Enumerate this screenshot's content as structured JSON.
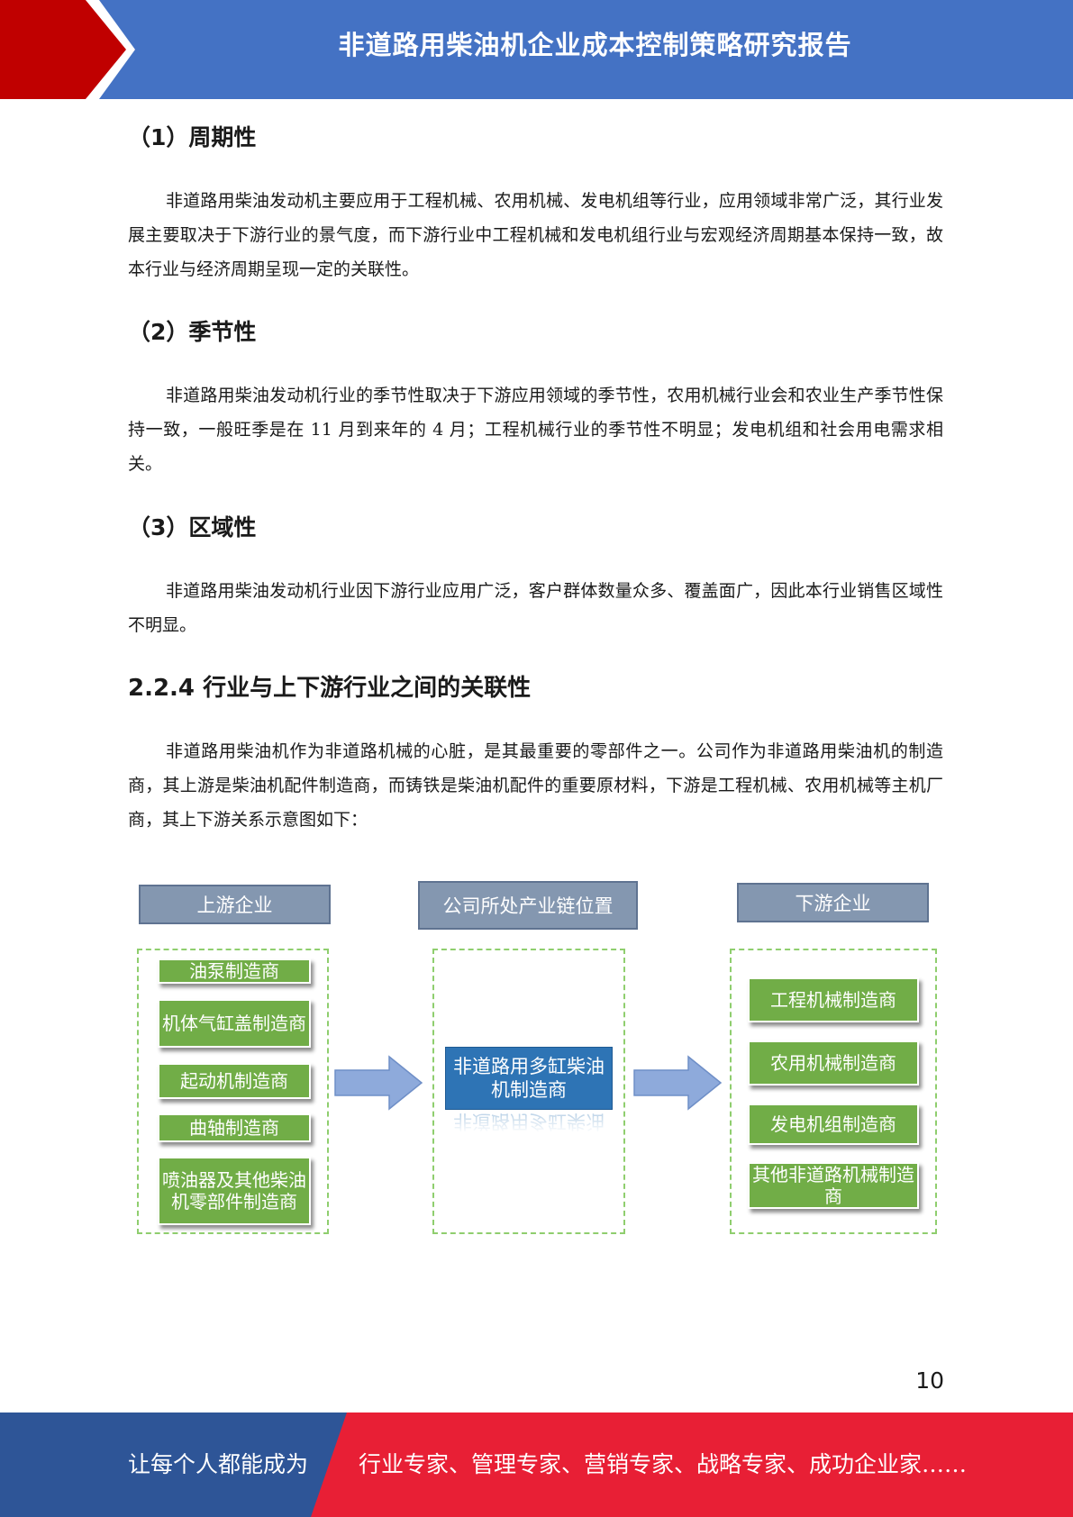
{
  "header": {
    "title": "非道路用柴油机企业成本控制策略研究报告"
  },
  "sections": [
    {
      "heading": "（1）周期性",
      "paragraph": "非道路用柴油发动机主要应用于工程机械、农用机械、发电机组等行业，应用领域非常广泛，其行业发展主要取决于下游行业的景气度，而下游行业中工程机械和发电机组行业与宏观经济周期基本保持一致，故本行业与经济周期呈现一定的关联性。"
    },
    {
      "heading": "（2）季节性",
      "paragraph": "非道路用柴油发动机行业的季节性取决于下游应用领域的季节性，农用机械行业会和农业生产季节性保持一致，一般旺季是在 11 月到来年的 4 月；工程机械行业的季节性不明显；发电机组和社会用电需求相关。"
    },
    {
      "heading": "（3）区域性",
      "paragraph": "非道路用柴油发动机行业因下游行业应用广泛，客户群体数量众多、覆盖面广，因此本行业销售区域性不明显。"
    }
  ],
  "section_224": {
    "heading": "2.2.4 行业与上下游行业之间的关联性",
    "paragraph": "非道路用柴油机作为非道路机械的心脏，是其最重要的零部件之一。公司作为非道路用柴油机的制造商，其上游是柴油机配件制造商，而铸铁是柴油机配件的重要原材料，下游是工程机械、农用机械等主机厂商，其上下游关系示意图如下："
  },
  "diagram": {
    "upstream": {
      "title": "上游企业",
      "items": [
        "油泵制造商",
        "机体气缸盖制造商",
        "起动机制造商",
        "曲轴制造商",
        "喷油器及其他柴油机零部件制造商"
      ]
    },
    "company": {
      "title": "公司所处产业链位置",
      "item": "非道路用多缸柴油机制造商"
    },
    "downstream": {
      "title": "下游企业",
      "items": [
        "工程机械制造商",
        "农用机械制造商",
        "发电机组制造商",
        "其他非道路机械制造商"
      ]
    },
    "colors": {
      "header": "#8497b0",
      "green": "#71ad47",
      "blue": "#2e74b5",
      "arrow": "#8eaadb"
    }
  },
  "page_number": "10",
  "footer": {
    "left": "让每个人都能成为",
    "right": "行业专家、管理专家、营销专家、战略专家、成功企业家……"
  }
}
